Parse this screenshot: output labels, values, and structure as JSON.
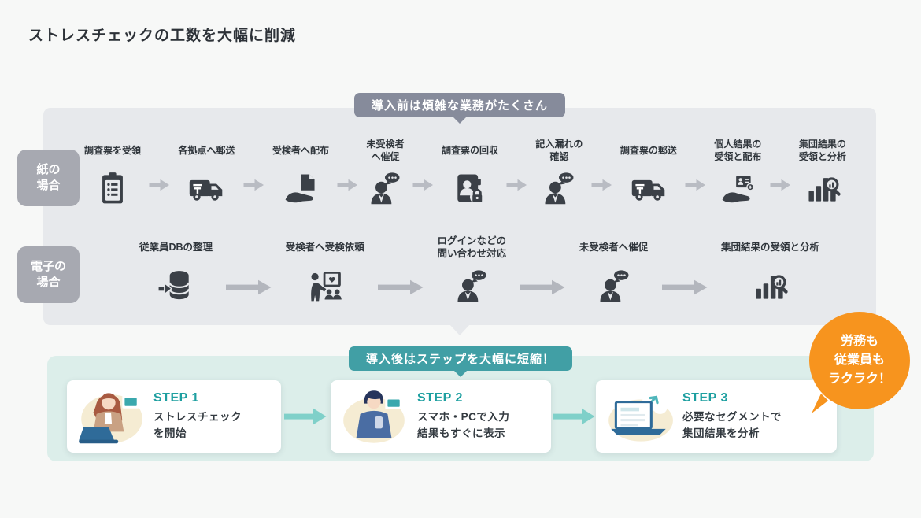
{
  "page": {
    "title": "ストレスチェックの工数を大幅に削減"
  },
  "before": {
    "badge": "導入前は煩雑な業務がたくさん",
    "paper_label": "紙の\n場合",
    "electronic_label": "電子の\n場合",
    "paper_steps": [
      {
        "label": "調査票を受領",
        "icon": "#i-clipboard",
        "icon_name": "clipboard-icon"
      },
      {
        "label": "各拠点へ郵送",
        "icon": "#i-van",
        "icon_name": "delivery-van-icon"
      },
      {
        "label": "受検者へ配布",
        "icon": "#i-hand-doc",
        "icon_name": "hand-document-icon"
      },
      {
        "label": "未受検者\nへ催促",
        "icon": "#i-person-chat",
        "icon_name": "person-chat-icon"
      },
      {
        "label": "調査票の回収",
        "icon": "#i-binder-lock",
        "icon_name": "binder-lock-icon"
      },
      {
        "label": "記入漏れの\n確認",
        "icon": "#i-person-chat",
        "icon_name": "person-chat-icon"
      },
      {
        "label": "調査票の郵送",
        "icon": "#i-van",
        "icon_name": "delivery-van-icon"
      },
      {
        "label": "個人結果の\n受領と配布",
        "icon": "#i-hand-card",
        "icon_name": "hand-card-icon"
      },
      {
        "label": "集団結果の\n受領と分析",
        "icon": "#i-chart-mag",
        "icon_name": "chart-magnifier-icon"
      }
    ],
    "electronic_steps": [
      {
        "label": "従業員DBの整理",
        "icon": "#i-database",
        "icon_name": "database-icon"
      },
      {
        "label": "受検者へ受検依頼",
        "icon": "#i-presenter",
        "icon_name": "presenter-board-icon"
      },
      {
        "label": "ログインなどの\n問い合わせ対応",
        "icon": "#i-person-chat",
        "icon_name": "person-chat-icon"
      },
      {
        "label": "未受検者へ催促",
        "icon": "#i-person-chat",
        "icon_name": "person-chat-icon"
      },
      {
        "label": "集団結果の受領と分析",
        "icon": "#i-chart-mag",
        "icon_name": "chart-magnifier-icon"
      }
    ]
  },
  "after": {
    "badge": "導入後はステップを大幅に短縮！",
    "steps": [
      {
        "step": "STEP 1",
        "desc": "ストレスチェック\nを開始"
      },
      {
        "step": "STEP 2",
        "desc": "スマホ・PCで入力\n結果もすぐに表示"
      },
      {
        "step": "STEP 3",
        "desc": "必要なセグメントで\n集団結果を分析"
      }
    ],
    "bubble": "労務も\n従業員も\nラクラク！"
  },
  "colors": {
    "background": "#f7f8f7",
    "title_text": "#2d3238",
    "panel_gray": "#e7e9ec",
    "badge_gray": "#868b9b",
    "row_label_gray": "#a7a9b1",
    "icon_dark": "#3b4047",
    "arrow_gray": "#b9bcc3",
    "panel_teal": "#dceeea",
    "badge_teal": "#419fa5",
    "step_label_teal": "#1d9fa0",
    "card_arrow_teal": "#7fd0c9",
    "bubble_orange": "#f7941e"
  }
}
